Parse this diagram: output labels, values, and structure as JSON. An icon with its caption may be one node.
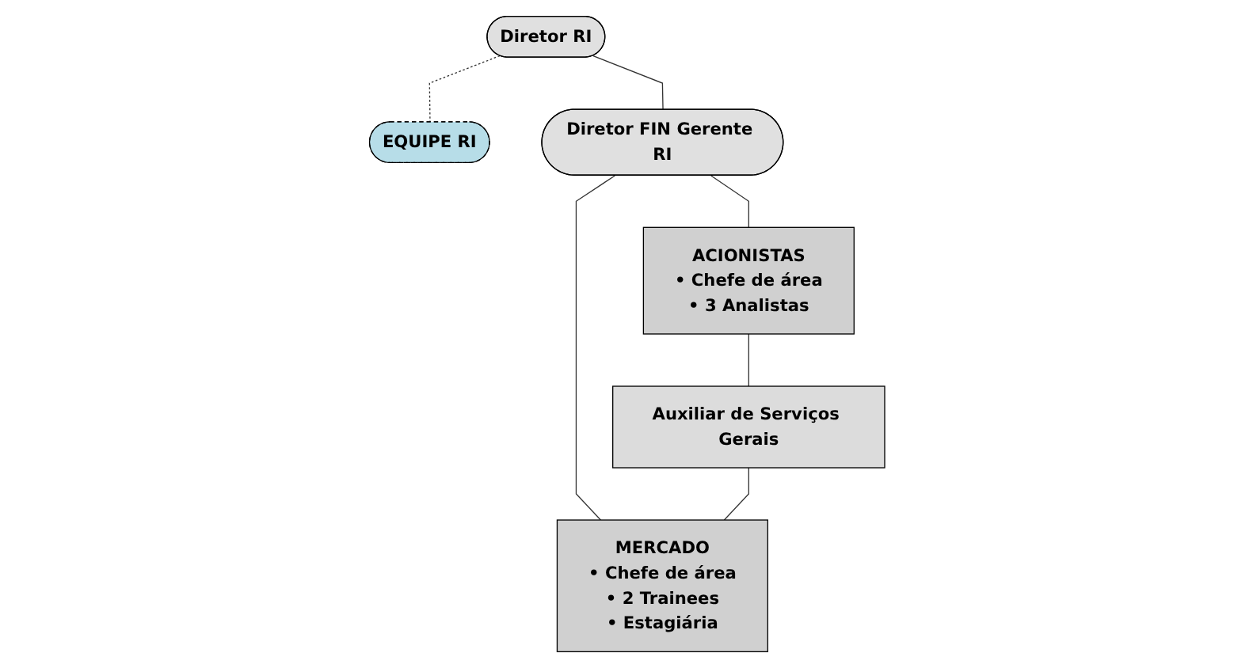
{
  "diagram": {
    "nodes": [
      {
        "text": [
          "Diretor RI"
        ]
      },
      {
        "text": [
          "EQUIPE RI"
        ]
      },
      {
        "text": [
          "Diretor FIN Gerente RI"
        ]
      },
      {
        "text": [
          "ACIONISTAS",
          "• Chefe de área",
          "• 3 Analistas"
        ]
      },
      {
        "text": [
          "Auxiliar de Serviços Gerais"
        ]
      },
      {
        "text": [
          "MERCADO",
          "• Chefe de área",
          "• 2 Trainees",
          "• Estagiária"
        ]
      }
    ],
    "edges": [
      {
        "from": 0,
        "to": 1,
        "arrow": "none",
        "style": "dashed"
      },
      {
        "from": 0,
        "to": 2,
        "arrow": "none"
      },
      {
        "from": 2,
        "to": 3,
        "arrow": "none"
      },
      {
        "from": 2,
        "to": 5,
        "arrow": "none"
      },
      {
        "from": 3,
        "to": 4,
        "arrow": "none"
      },
      {
        "from": 4,
        "to": 5,
        "arrow": "none"
      }
    ]
  }
}
